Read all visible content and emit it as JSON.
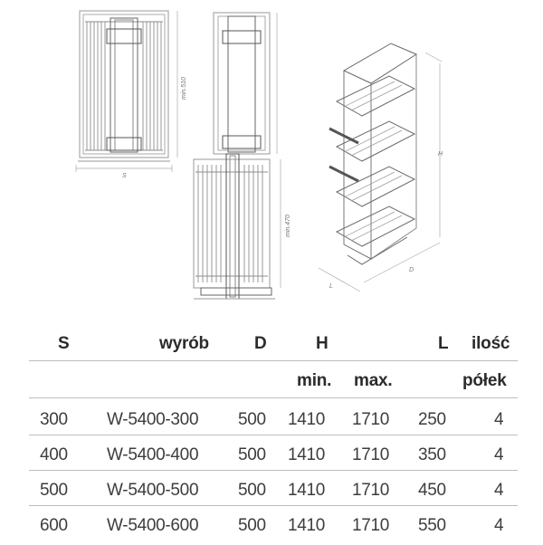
{
  "drawing": {
    "labels": {
      "front_height": "min.510",
      "width": "S",
      "side_height": "min.470",
      "iso_height": "H",
      "iso_depth": "D",
      "iso_length": "L"
    }
  },
  "table": {
    "headers_row1": {
      "s": "S",
      "product": "wyrób",
      "d": "D",
      "h": "H",
      "l": "L",
      "shelves": "ilość"
    },
    "headers_row2": {
      "h_min": "min.",
      "h_max": "max.",
      "shelves": "półek"
    },
    "rows": [
      {
        "s": "300",
        "product": "W-5400-300",
        "d": "500",
        "h_min": "1410",
        "h_max": "1710",
        "l": "250",
        "shelves": "4"
      },
      {
        "s": "400",
        "product": "W-5400-400",
        "d": "500",
        "h_min": "1410",
        "h_max": "1710",
        "l": "350",
        "shelves": "4"
      },
      {
        "s": "500",
        "product": "W-5400-500",
        "d": "500",
        "h_min": "1410",
        "h_max": "1710",
        "l": "450",
        "shelves": "4"
      },
      {
        "s": "600",
        "product": "W-5400-600",
        "d": "500",
        "h_min": "1410",
        "h_max": "1710",
        "l": "550",
        "shelves": "4"
      }
    ]
  }
}
